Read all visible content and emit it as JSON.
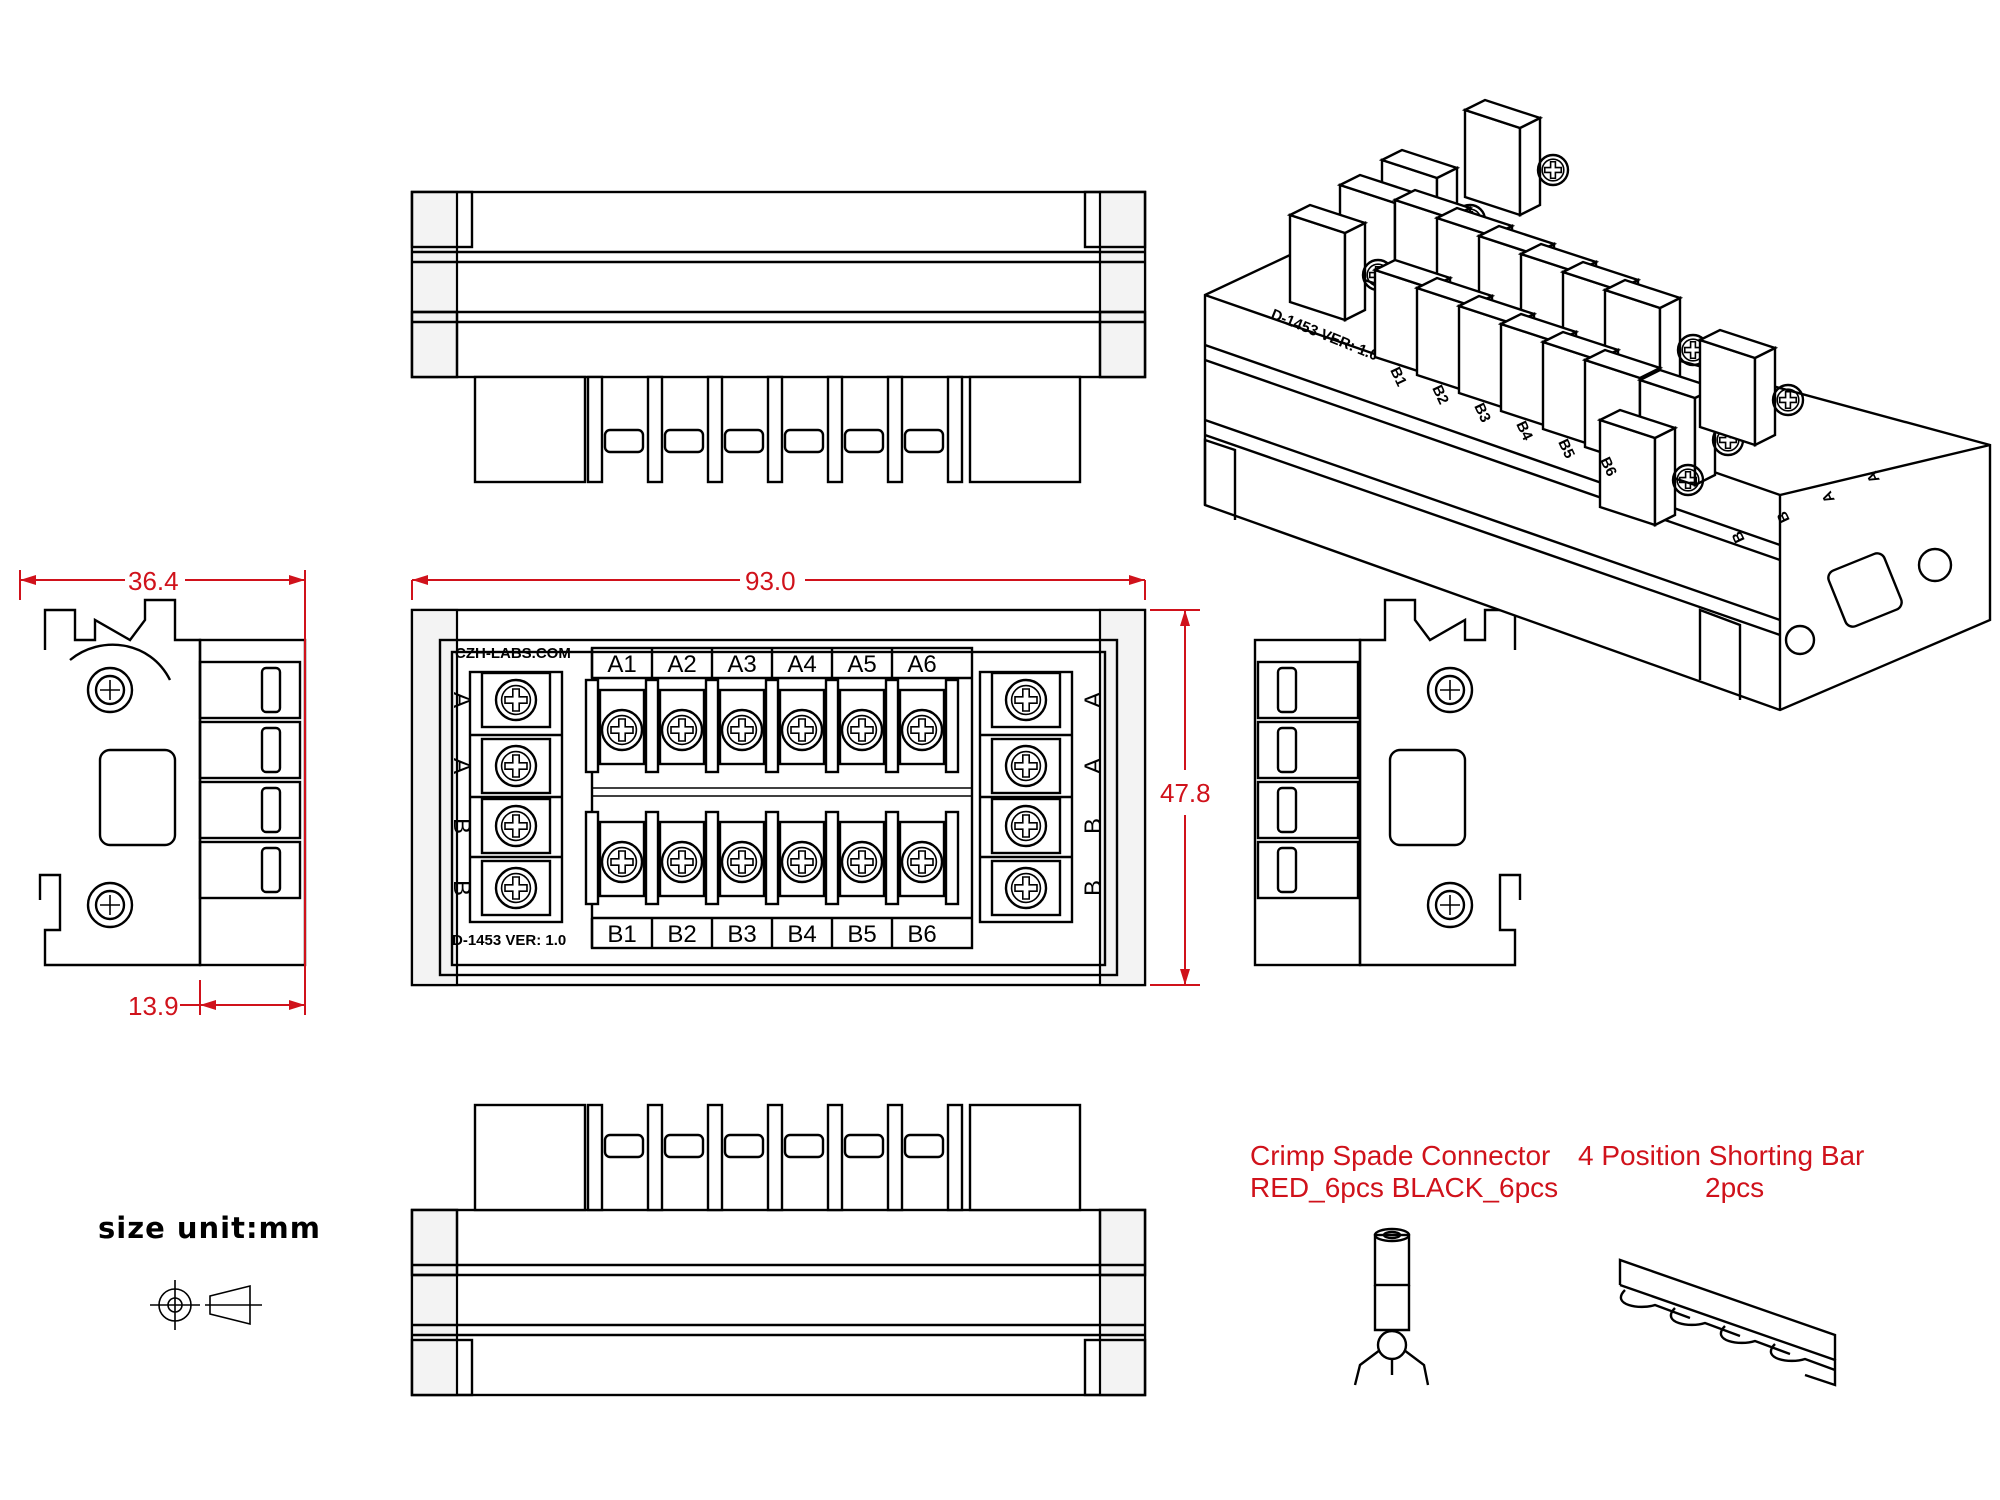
{
  "dimensions": {
    "width": "93.0",
    "height": "47.8",
    "depth": "36.4",
    "rail_offset": "13.9",
    "unit_note": "size unit:mm"
  },
  "board": {
    "brand": "CZH-LABS.COM",
    "version": "D-1453  VER: 1.0",
    "top_labels": [
      "A1",
      "A2",
      "A3",
      "A4",
      "A5",
      "A6"
    ],
    "bottom_labels": [
      "B1",
      "B2",
      "B3",
      "B4",
      "B5",
      "B6"
    ],
    "left_labels": [
      "A",
      "A",
      "B",
      "B"
    ],
    "right_labels": [
      "A",
      "A",
      "B",
      "B"
    ]
  },
  "accessories": {
    "spade_title": "Crimp  Spade  Connector",
    "spade_qty": "RED_6pcs  BLACK_6pcs",
    "bar_title": "4  Position  Shorting  Bar",
    "bar_qty": "2pcs"
  },
  "iso_view": {
    "header_text": "D-1453  VER: 1.0",
    "b_labels": [
      "B1",
      "B2",
      "B3",
      "B4",
      "B5",
      "B6"
    ],
    "end_labels": [
      "B",
      "B",
      "A",
      "A"
    ]
  },
  "colors": {
    "dimension": "#d0121b",
    "line": "#000000"
  }
}
